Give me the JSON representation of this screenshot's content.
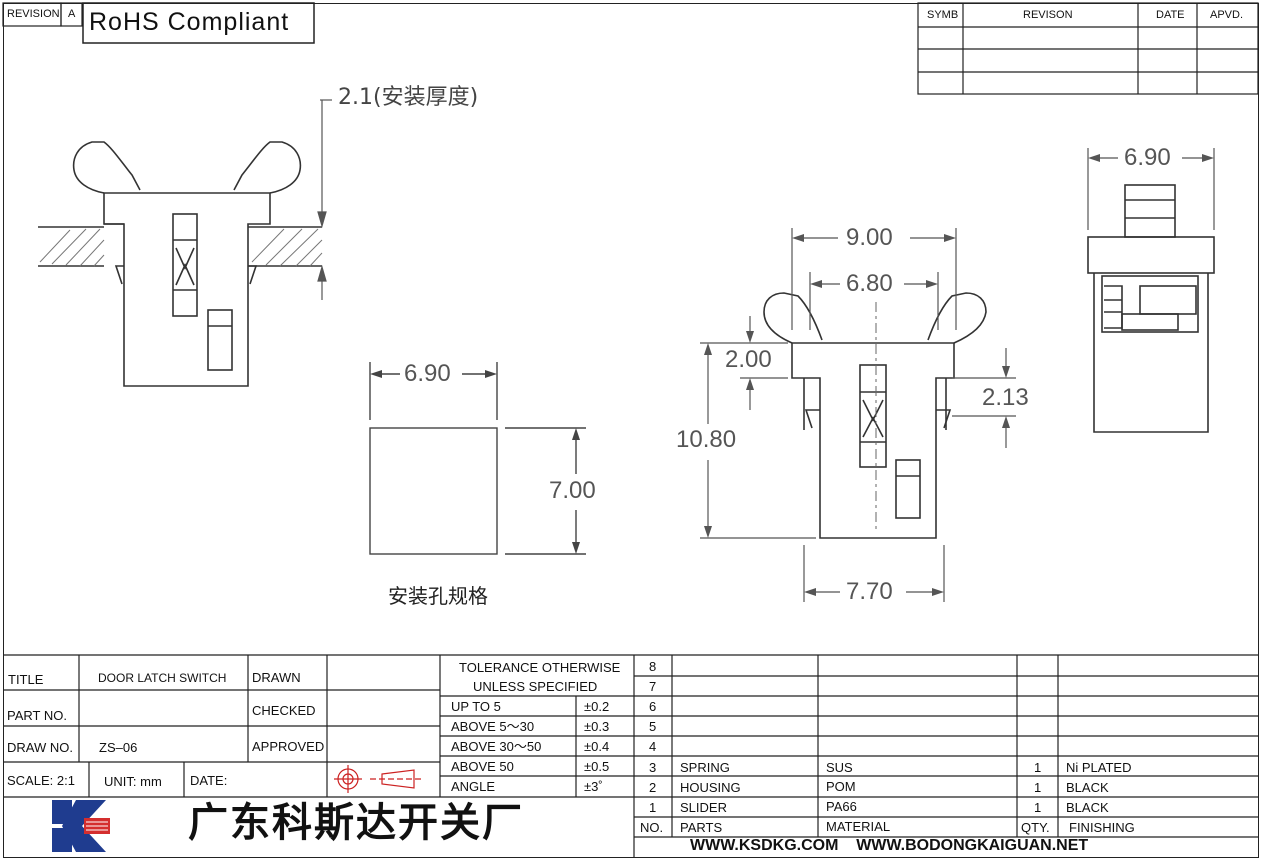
{
  "header": {
    "revision_label": "REVISION",
    "revision_value": "A",
    "compliance": "RoHS  Compliant"
  },
  "revision_table": {
    "headers": [
      "SYMB",
      "REVISON",
      "DATE",
      "APVD."
    ]
  },
  "drawing": {
    "thickness_note": "2.1(安装厚度)",
    "hole_caption": "安装孔规格",
    "hole_width": "6.90",
    "hole_height": "7.00",
    "front_width_outer": "9.00",
    "front_width_inner": "6.80",
    "front_height": "10.80",
    "front_dim_2_00": "2.00",
    "front_dim_2_13": "2.13",
    "front_bottom_width": "7.70",
    "side_width": "6.90"
  },
  "title_block": {
    "title_label": "TITLE",
    "title_value": "DOOR  LATCH  SWITCH",
    "drawn_label": "DRAWN",
    "part_no_label": "PART NO.",
    "checked_label": "CHECKED",
    "draw_no_label": "DRAW NO.",
    "draw_no_value": "ZS–06",
    "approved_label": "APPROVED",
    "scale": "SCALE:  2:1",
    "unit": "UNIT:  mm",
    "date_label": "DATE:"
  },
  "tolerance": {
    "header_line1": "TOLERANCE  OTHERWISE",
    "header_line2": "UNLESS  SPECIFIED",
    "rows": [
      {
        "range": "UP  TO  5",
        "value": "±0.2"
      },
      {
        "range": "ABOVE  5～30",
        "value": "±0.3"
      },
      {
        "range": "ABOVE  30～50",
        "value": "±0.4"
      },
      {
        "range": "ABOVE  50",
        "value": "±0.5"
      },
      {
        "range": "ANGLE",
        "value": "±3˚"
      }
    ]
  },
  "bom": {
    "numbers": [
      "8",
      "7",
      "6",
      "5",
      "4"
    ],
    "items": [
      {
        "no": "3",
        "part": "SPRING",
        "material": "SUS",
        "qty": "1",
        "finish": "Ni PLATED"
      },
      {
        "no": "2",
        "part": "HOUSING",
        "material": "POM",
        "qty": "1",
        "finish": "BLACK"
      },
      {
        "no": "1",
        "part": "SLIDER",
        "material": "PA66",
        "qty": "1",
        "finish": "BLACK"
      }
    ],
    "headers": {
      "no": "NO.",
      "part": "PARTS",
      "material": "MATERIAL",
      "qty": "QTY.",
      "finish": "FINISHING"
    }
  },
  "company": {
    "name": "广东科斯达开关厂",
    "websites": "WWW.KSDKG.COM    WWW.BODONGKAIGUAN.NET",
    "logo_color": "#1f3c8f"
  }
}
